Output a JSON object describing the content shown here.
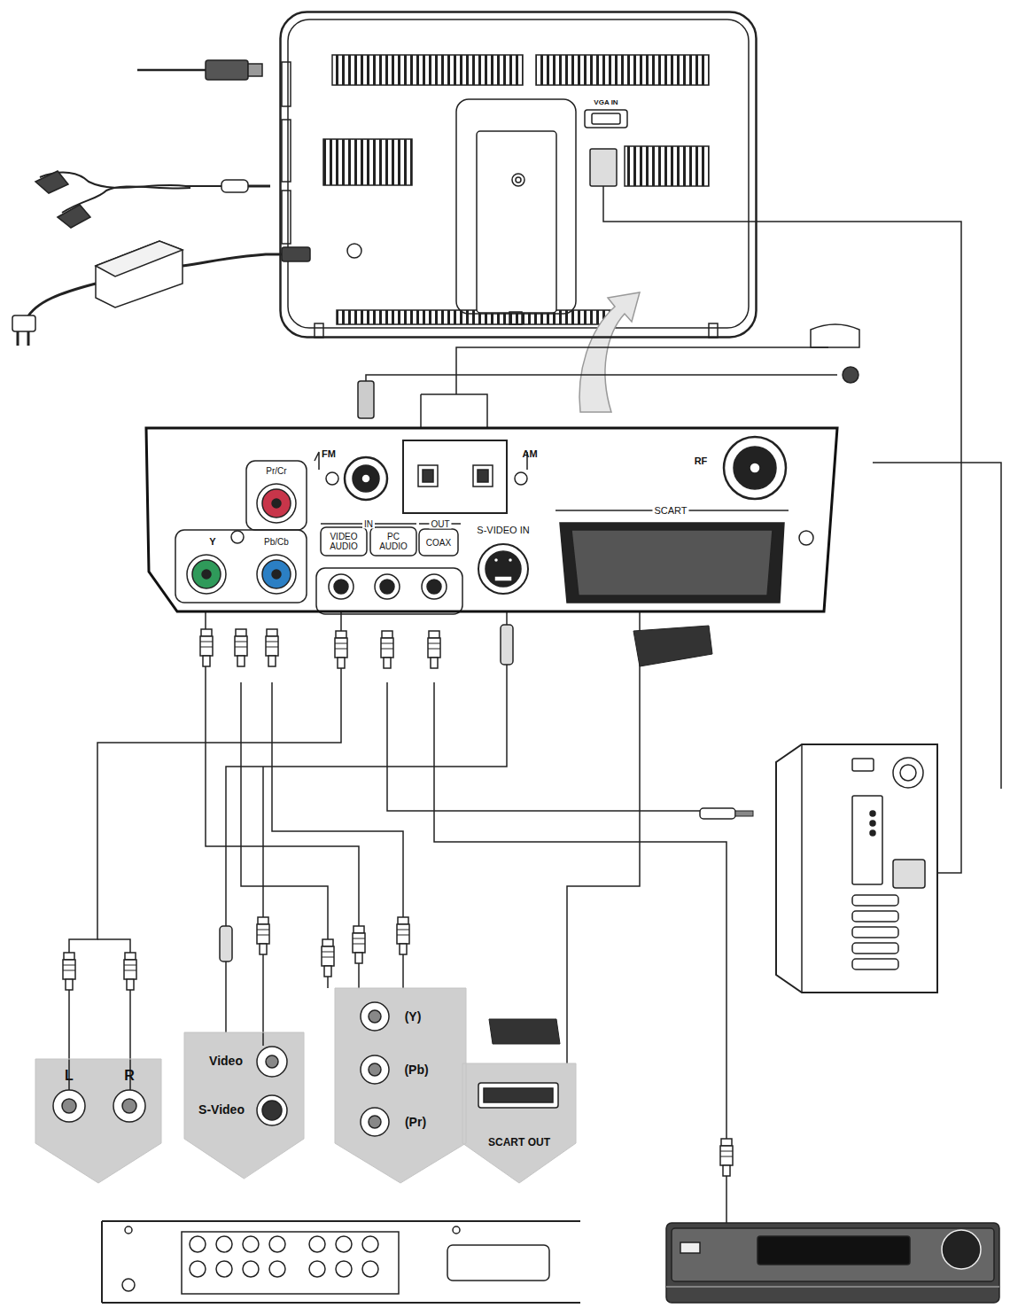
{
  "diagram": {
    "nodes": [
      {
        "text": [
          "VGA IN"
        ]
      },
      {
        "text": [
          "FM",
          "AM",
          "RF",
          "Pr/Cr",
          "Y",
          "Pb/Cb",
          "IN",
          "OUT",
          "VIDEO AUDIO",
          "PC AUDIO",
          "COAX",
          "S-VIDEO IN",
          "SCART"
        ]
      },
      {
        "text": [
          "L",
          "R"
        ]
      },
      {
        "text": [
          "Video",
          "S-Video"
        ]
      },
      {
        "text": [
          "(Y)",
          "(Pb)",
          "(Pr)"
        ]
      },
      {
        "text": [
          "SCART OUT"
        ]
      }
    ],
    "edges": [
      {
        "from": 1,
        "to": 2,
        "arrow": "none"
      },
      {
        "from": 1,
        "to": 3,
        "arrow": "none"
      },
      {
        "from": 1,
        "to": 4,
        "arrow": "none"
      },
      {
        "from": 1,
        "to": 5,
        "arrow": "none"
      }
    ]
  }
}
